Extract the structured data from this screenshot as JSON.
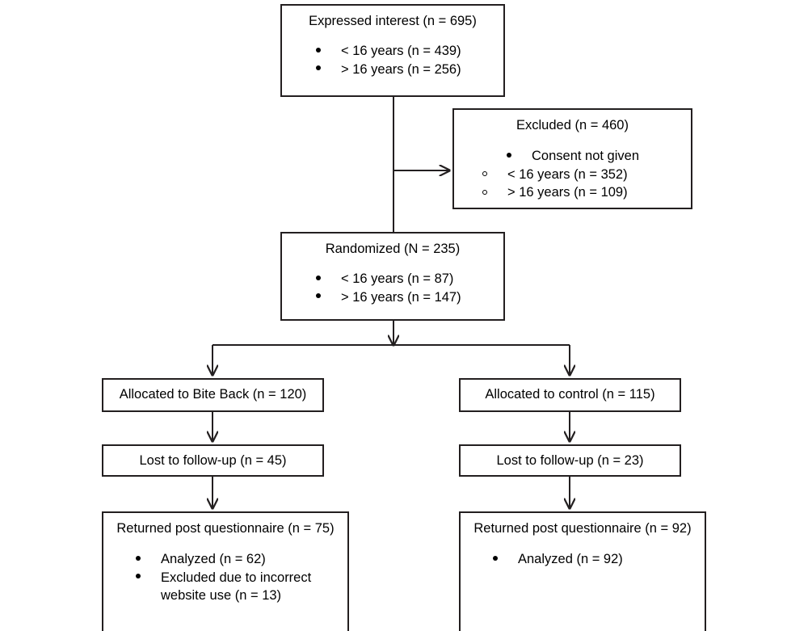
{
  "diagram": {
    "type": "consort-flow-diagram",
    "stroke_color": "#231f20",
    "text_color": "#000000",
    "background": "#ffffff"
  },
  "nodes": {
    "expressed_interest": {
      "title": "Expressed interest (n = 695)",
      "bullets": [
        "< 16 years (n = 439)",
        "> 16 years (n = 256)"
      ]
    },
    "excluded": {
      "title": "Excluded (n = 460)",
      "bullets": [
        "Consent not given"
      ],
      "sub_bullets": [
        "< 16 years (n = 352)",
        "> 16 years (n = 109)"
      ]
    },
    "randomized": {
      "title": "Randomized (N = 235)",
      "bullets": [
        "< 16 years (n = 87)",
        "> 16 years (n = 147)"
      ]
    },
    "allocated_intervention": {
      "title": "Allocated to Bite Back (n = 120)"
    },
    "allocated_control": {
      "title": "Allocated to control (n = 115)"
    },
    "lost_intervention": {
      "title": "Lost to follow-up (n = 45)"
    },
    "lost_control": {
      "title": "Lost to follow-up (n = 23)"
    },
    "returned_intervention": {
      "title": "Returned post questionnaire (n = 75)",
      "bullets": [
        "Analyzed (n = 62)",
        "Excluded due to incorrect website use (n = 13)"
      ]
    },
    "returned_control": {
      "title": "Returned post questionnaire (n = 92)",
      "bullets": [
        "Analyzed (n = 92)"
      ]
    }
  }
}
